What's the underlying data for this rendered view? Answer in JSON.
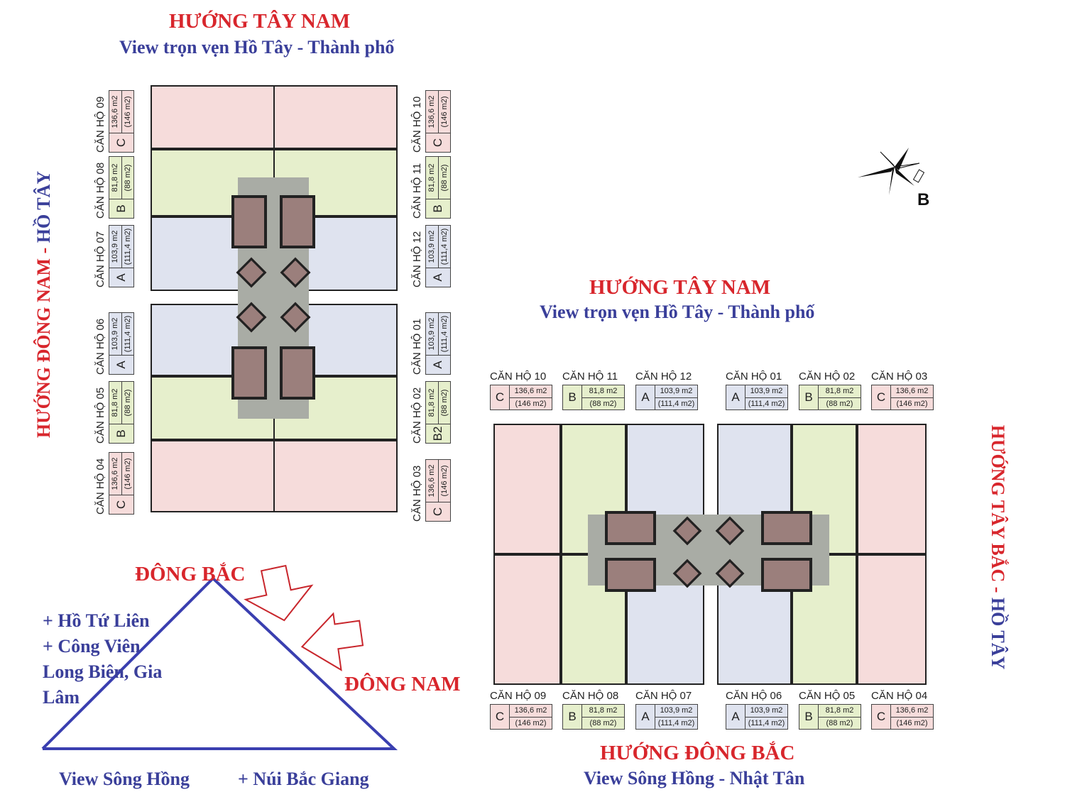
{
  "top_heading": {
    "direction": "HƯỚNG TÂY NAM",
    "view": "View trọn vẹn Hồ Tây - Thành phố"
  },
  "left_vertical": {
    "direction": "HƯỚNG ĐÔNG NAM",
    "separator": " - ",
    "view": "HỒ TÂY"
  },
  "compass": {
    "label": "B"
  },
  "right_heading": {
    "direction": "HƯỚNG TÂY NAM",
    "view": "View trọn vẹn Hồ Tây - Thành phố"
  },
  "right_vertical": {
    "direction": "HƯỚNG TÂY BẮC",
    "separator": " - ",
    "view": "HỒ TÂY"
  },
  "bottom_heading": {
    "direction": "HƯỚNG ĐÔNG BẮC",
    "view": "View Sông Hồng - Nhật Tân"
  },
  "diagram": {
    "dong_bac": "ĐÔNG BẮC",
    "dong_nam": "ĐÔNG NAM",
    "notes": [
      "+ Hồ Tứ Liên",
      "+ Công Viên",
      "Long Biên, Gia",
      "Lâm"
    ],
    "view_song_hong": "View Sông Hồng",
    "nui_bac_giang": "+ Núi Bắc Giang"
  },
  "colors": {
    "type_A": "#dfe3ef",
    "type_B": "#e6efcc",
    "type_C": "#f6dcdb",
    "heading_red": "#d8262c",
    "heading_blue": "#3a3f9a"
  },
  "left_plan_units": [
    {
      "name": "CĂN HỘ 09",
      "type": "C",
      "area": "136,6 m2",
      "gross": "(146 m2)"
    },
    {
      "name": "CĂN HỘ 08",
      "type": "B",
      "area": "81,8 m2",
      "gross": "(88 m2)"
    },
    {
      "name": "CĂN HỘ 07",
      "type": "A",
      "area": "103,9 m2",
      "gross": "(111,4 m2)"
    },
    {
      "name": "CĂN HỘ 06",
      "type": "A",
      "area": "103,9 m2",
      "gross": "(111,4 m2)"
    },
    {
      "name": "CĂN HỘ 05",
      "type": "B",
      "area": "81,8 m2",
      "gross": "(88 m2)"
    },
    {
      "name": "CĂN HỘ 04",
      "type": "C",
      "area": "136,6 m2",
      "gross": "(146 m2)"
    },
    {
      "name": "CĂN HỘ 10",
      "type": "C",
      "area": "136,6 m2",
      "gross": "(146 m2)"
    },
    {
      "name": "CĂN HỘ 11",
      "type": "B",
      "area": "81,8 m2",
      "gross": "(88 m2)"
    },
    {
      "name": "CĂN HỘ 12",
      "type": "A",
      "area": "103,9 m2",
      "gross": "(111,4 m2)"
    },
    {
      "name": "CĂN HỘ 01",
      "type": "A",
      "area": "103,9 m2",
      "gross": "(111,4 m2)"
    },
    {
      "name": "CĂN HỘ 02",
      "type": "B2",
      "area": "81,8 m2",
      "gross": "(88 m2)"
    },
    {
      "name": "CĂN HỘ 03",
      "type": "C",
      "area": "136,6 m2",
      "gross": "(146 m2)"
    }
  ],
  "right_plan_units_top": [
    {
      "name": "CĂN HỘ 10",
      "type": "C",
      "area": "136,6 m2",
      "gross": "(146 m2)"
    },
    {
      "name": "CĂN HỘ 11",
      "type": "B",
      "area": "81,8 m2",
      "gross": "(88 m2)"
    },
    {
      "name": "CĂN HỘ 12",
      "type": "A",
      "area": "103,9 m2",
      "gross": "(111,4 m2)"
    },
    {
      "name": "CĂN HỘ 01",
      "type": "A",
      "area": "103,9 m2",
      "gross": "(111,4 m2)"
    },
    {
      "name": "CĂN HỘ 02",
      "type": "B",
      "area": "81,8 m2",
      "gross": "(88 m2)"
    },
    {
      "name": "CĂN HỘ 03",
      "type": "C",
      "area": "136,6 m2",
      "gross": "(146 m2)"
    }
  ],
  "right_plan_units_bottom": [
    {
      "name": "CĂN HỘ 09",
      "type": "C",
      "area": "136,6 m2",
      "gross": "(146 m2)"
    },
    {
      "name": "CĂN HỘ 08",
      "type": "B",
      "area": "81,8 m2",
      "gross": "(88 m2)"
    },
    {
      "name": "CĂN HỘ 07",
      "type": "A",
      "area": "103,9 m2",
      "gross": "(111,4 m2)"
    },
    {
      "name": "CĂN HỘ 06",
      "type": "A",
      "area": "103,9 m2",
      "gross": "(111,4 m2)"
    },
    {
      "name": "CĂN HỘ 05",
      "type": "B",
      "area": "81,8 m2",
      "gross": "(88 m2)"
    },
    {
      "name": "CĂN HỘ 04",
      "type": "C",
      "area": "136,6 m2",
      "gross": "(146 m2)"
    }
  ]
}
